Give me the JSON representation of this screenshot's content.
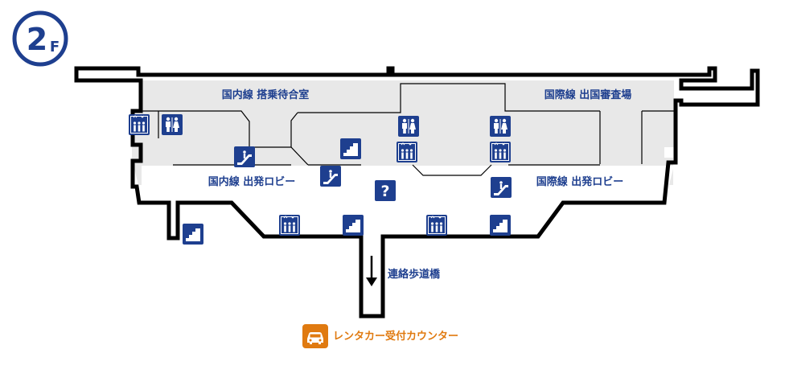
{
  "floor": {
    "number": "2",
    "suffix": "F"
  },
  "areas": {
    "domestic_waiting": "国内線 搭乗待合室",
    "intl_departure_exam": "国際線 出国審査場",
    "domestic_lobby": "国内線 出発ロビー",
    "intl_lobby": "国際線 出発ロビー",
    "bridge": "連絡歩道橋",
    "rental_car": "レンタカー受付カウンター"
  },
  "colors": {
    "navy": "#1e3f8f",
    "wall": "#000000",
    "floor_fill": "#e8e8e8",
    "orange": "#e07a10"
  },
  "icons": {
    "elevator": "elevator-icon",
    "restroom": "restroom-icon",
    "escalator": "escalator-icon",
    "stairs": "stairs-icon",
    "info": "information-icon",
    "car": "car-icon"
  }
}
